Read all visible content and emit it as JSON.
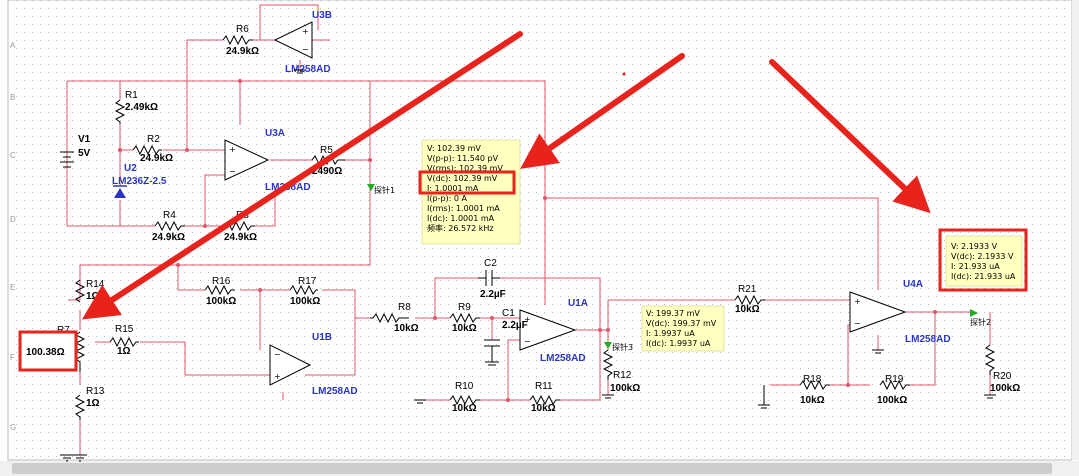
{
  "grid_labels": {
    "rows": [
      "A",
      "B",
      "C",
      "D",
      "E",
      "F",
      "G"
    ]
  },
  "components": {
    "u3b": {
      "ref": "U3B",
      "part": "LM258AD"
    },
    "u3a": {
      "ref": "U3A",
      "part": "LM258AD"
    },
    "u1b": {
      "ref": "U1B",
      "part": "LM258AD"
    },
    "u1a": {
      "ref": "U1A",
      "part": "LM258AD"
    },
    "u4a": {
      "ref": "U4A",
      "part": "LM258AD"
    },
    "u2": {
      "ref": "U2",
      "part": "LM236Z-2.5"
    },
    "v1": {
      "ref": "V1",
      "value": "5V"
    },
    "r1": {
      "ref": "R1",
      "value": "2.49kΩ"
    },
    "r2": {
      "ref": "R2",
      "value": "24.9kΩ"
    },
    "r3": {
      "ref": "R3",
      "value": "24.9kΩ"
    },
    "r4": {
      "ref": "R4",
      "value": "24.9kΩ"
    },
    "r5": {
      "ref": "R5",
      "value": "2490Ω"
    },
    "r6": {
      "ref": "R6",
      "value": "24.9kΩ"
    },
    "r7": {
      "ref": "R7",
      "value": "100.38Ω"
    },
    "r8": {
      "ref": "R8",
      "value": "10kΩ"
    },
    "r9": {
      "ref": "R9",
      "value": "10kΩ"
    },
    "r10": {
      "ref": "R10",
      "value": "10kΩ"
    },
    "r11": {
      "ref": "R11",
      "value": "10kΩ"
    },
    "r12": {
      "ref": "R12",
      "value": "100kΩ"
    },
    "r13": {
      "ref": "R13",
      "value": "1Ω"
    },
    "r14": {
      "ref": "R14",
      "value": "1Ω"
    },
    "r15": {
      "ref": "R15",
      "value": "1Ω"
    },
    "r16": {
      "ref": "R16",
      "value": "100kΩ"
    },
    "r17": {
      "ref": "R17",
      "value": "100kΩ"
    },
    "r18": {
      "ref": "R18",
      "value": "10kΩ"
    },
    "r19": {
      "ref": "R19",
      "value": "100kΩ"
    },
    "r20": {
      "ref": "R20",
      "value": "100kΩ"
    },
    "r21": {
      "ref": "R21",
      "value": "10kΩ"
    },
    "c1": {
      "ref": "C1",
      "value": "2.2µF"
    },
    "c2": {
      "ref": "C2",
      "value": "2.2µF"
    }
  },
  "probes": {
    "p1": {
      "label": "探针1",
      "lines": [
        "V: 102.39 mV",
        "V(p-p): 11.540 pV",
        "V(rms): 102.39 mV",
        "V(dc): 102.39 mV",
        "I: 1.0001 mA",
        "I(p-p): 0 A",
        "I(rms): 1.0001 mA",
        "I(dc): 1.0001 mA",
        "频率: 26.572 kHz"
      ]
    },
    "p2": {
      "label": "探针2",
      "lines": [
        "V: 2.1933 V",
        "V(dc): 2.1933 V",
        "I: 21.933 uA",
        "I(dc): 21.933 uA"
      ]
    },
    "p3": {
      "label": "探针3",
      "lines": [
        "V: 199.37 mV",
        "V(dc): 199.37 mV",
        "I: 1.9937 uA",
        "I(dc): 1.9937 uA"
      ]
    }
  },
  "colors": {
    "wire": "#e0556a",
    "annotation": "#e8231c",
    "probe_box": "#ffffc0",
    "ref_text": "#2a35c8",
    "probe_flag": "#22aa22"
  }
}
